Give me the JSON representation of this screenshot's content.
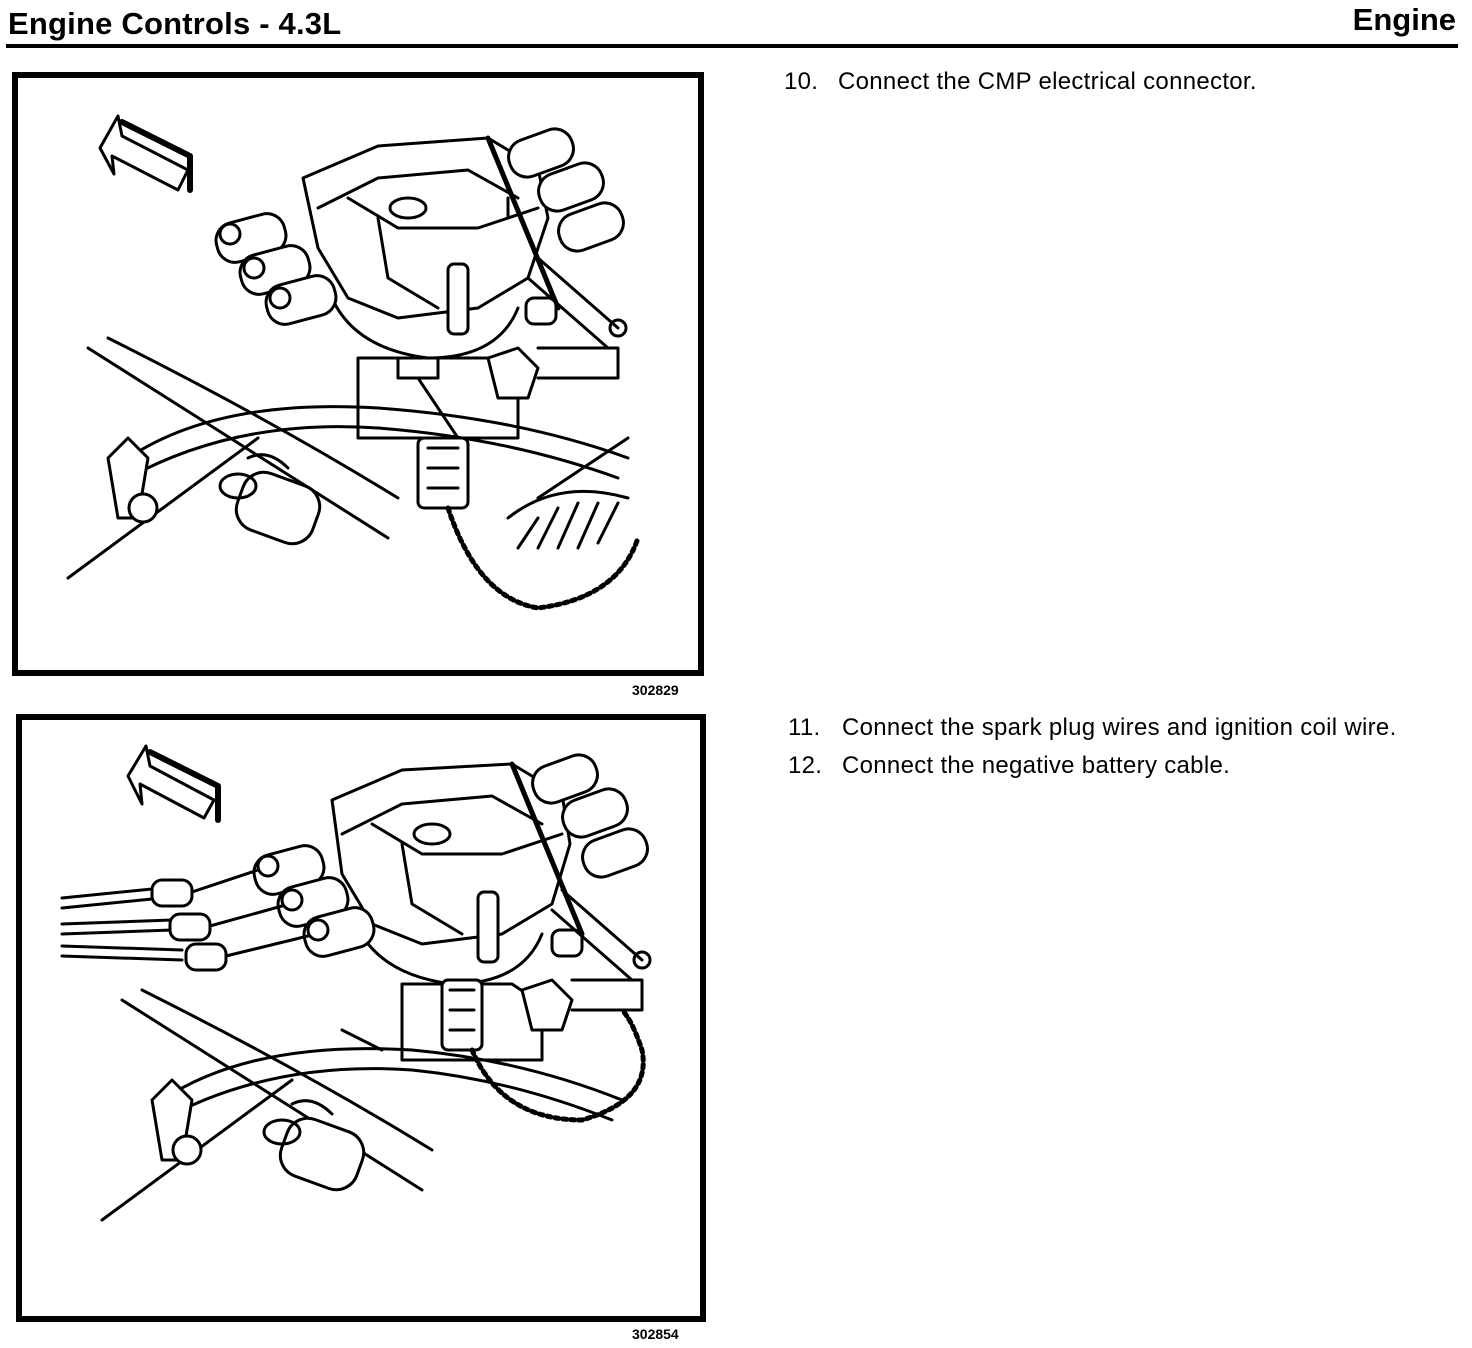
{
  "header": {
    "title": "Engine Controls - 4.3L",
    "section": "Engine"
  },
  "figures": [
    {
      "id": "302829"
    },
    {
      "id": "302854"
    }
  ],
  "steps_group_1": [
    {
      "num": "10.",
      "text": "Connect the CMP electrical connector."
    }
  ],
  "steps_group_2": [
    {
      "num": "11.",
      "text": "Connect the spark plug wires and ignition coil wire."
    },
    {
      "num": "12.",
      "text": "Connect the negative battery cable."
    }
  ]
}
